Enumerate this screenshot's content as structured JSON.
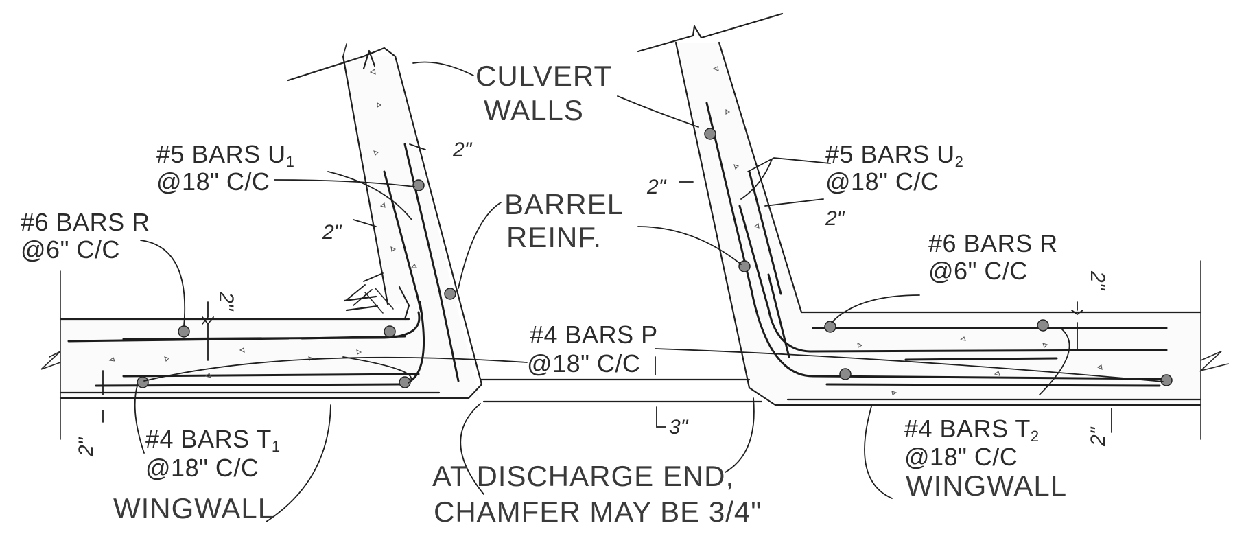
{
  "labels": {
    "culvert_walls": [
      "CULVERT",
      "WALLS"
    ],
    "barrel_reinf": [
      "BARREL",
      "REINF."
    ],
    "u1_bars": {
      "line1": "#5 BARS U",
      "sub": "1",
      "line2": "@18\" C/C"
    },
    "u2_bars": {
      "line1": "#5 BARS U",
      "sub": "2",
      "line2": "@18\" C/C"
    },
    "r_bars_left": {
      "line1": "#6 BARS R",
      "line2": "@6\" C/C"
    },
    "r_bars_right": {
      "line1": "#6 BARS R",
      "line2": "@6\" C/C"
    },
    "p_bars": {
      "line1": "#4 BARS P",
      "line2": "@18\" C/C"
    },
    "t1_bars": {
      "line1": "#4 BARS T",
      "sub": "1",
      "line2": "@18\" C/C"
    },
    "t2_bars": {
      "line1": "#4 BARS T",
      "sub": "2",
      "line2": "@18\" C/C"
    },
    "wingwall_left": "WINGWALL",
    "wingwall_right": "WINGWALL",
    "chamfer_note": [
      "AT DISCHARGE END,",
      "CHAMFER MAY BE 3/4\""
    ]
  },
  "dimensions": {
    "cover_2in": "2\"",
    "chamfer_3in": "3\""
  }
}
